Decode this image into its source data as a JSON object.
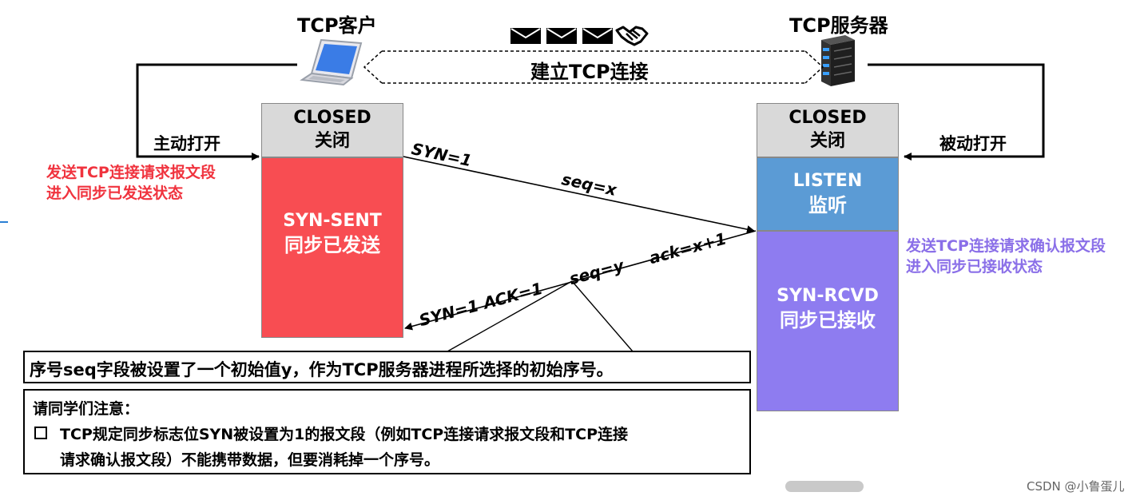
{
  "client": {
    "label": "TCP客户"
  },
  "server": {
    "label": "TCP服务器"
  },
  "connect_label": "建立TCP连接",
  "client_states": {
    "closed_en": "CLOSED",
    "closed_zh": "关闭",
    "synsent_en": "SYN-SENT",
    "synsent_zh": "同步已发送"
  },
  "server_states": {
    "closed_en": "CLOSED",
    "closed_zh": "关闭",
    "listen_en": "LISTEN",
    "listen_zh": "监听",
    "synrcvd_en": "SYN-RCVD",
    "synrcvd_zh": "同步已接收"
  },
  "active_open": "主动打开",
  "passive_open": "被动打开",
  "client_note": {
    "line1": "发送TCP连接请求报文段",
    "line2": "进入同步已发送状态"
  },
  "server_note": {
    "line1": "发送TCP连接请求确认报文段",
    "line2": "进入同步已接收状态"
  },
  "msg1": {
    "syn": "SYN=1",
    "seq": "seq=x"
  },
  "msg2": {
    "syn_ack": "SYN=1  ACK=1",
    "seq": "seq=y",
    "ack": "ack=x+1"
  },
  "seq_note": "序号seq字段被设置了一个初始值y，作为TCP服务器进程所选择的初始序号。",
  "attention": {
    "title": "请同学们注意：",
    "line1": "TCP规定同步标志位SYN被设置为1的报文段（例如TCP连接请求报文段和TCP连接",
    "line2": "请求确认报文段）不能携带数据，但要消耗掉一个序号。"
  },
  "watermark": "CSDN @小鲁蛋儿",
  "colors": {
    "closed": "#d9d9d9",
    "syn_sent": "#f84d52",
    "listen": "#5b9bd5",
    "syn_rcvd": "#8e7cf0"
  }
}
